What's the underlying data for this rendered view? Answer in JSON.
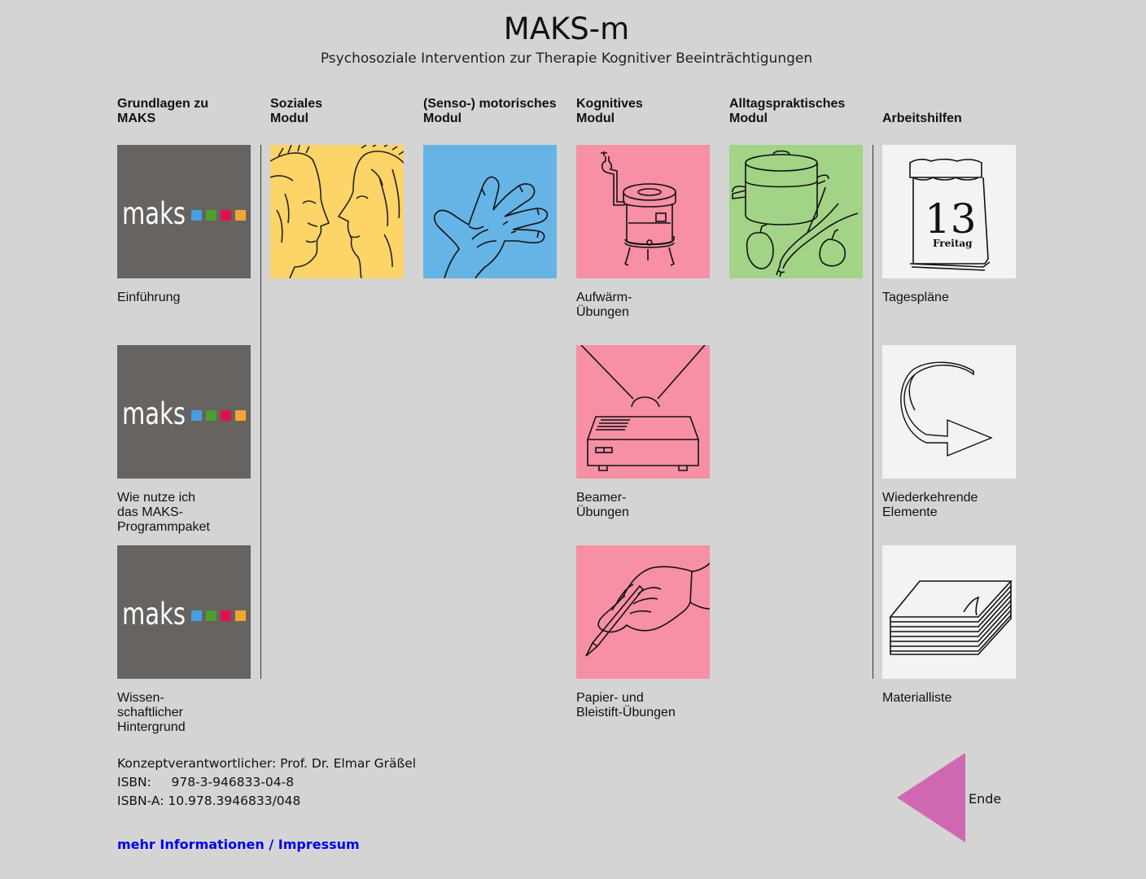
{
  "header": {
    "title": "MAKS-m",
    "subtitle": "Psychosoziale Intervention zur Therapie Kognitiver Beeinträchtigungen"
  },
  "columns": [
    {
      "heading": "Grundlagen zu\nMAKS"
    },
    {
      "heading": "Soziales\nModul"
    },
    {
      "heading": "(Senso-) motorisches\nModul"
    },
    {
      "heading": "Kognitives\nModul"
    },
    {
      "heading": "Alltagspraktisches\nModul"
    },
    {
      "heading": "Arbeitshilfen"
    }
  ],
  "logo_text": "maks",
  "logo_colors": [
    "#4a9ee0",
    "#4c9e2f",
    "#e0104f",
    "#f4a533"
  ],
  "grundlagen": [
    {
      "label": "Einführung",
      "icon": "maks-logo-icon"
    },
    {
      "label": "Wie nutze ich\ndas MAKS-\nProgrammpaket",
      "icon": "maks-logo-icon"
    },
    {
      "label": "Wissen-\nschaftlicher\nHintergrund",
      "icon": "maks-logo-icon"
    }
  ],
  "sozial": {
    "icon": "two-faces-icon",
    "color": "#fcd468"
  },
  "motorisch": {
    "icon": "hand-icon",
    "color": "#66b4e6"
  },
  "kognitiv": [
    {
      "label": "Aufwärm-\nÜbungen",
      "icon": "stove-icon"
    },
    {
      "label": "Beamer-\nÜbungen",
      "icon": "projector-icon"
    },
    {
      "label": "Papier- und\nBleistift-Übungen",
      "icon": "hand-pencil-icon"
    }
  ],
  "alltag": {
    "icon": "cooking-pot-icon",
    "color": "#a2d386"
  },
  "arbeitshilfen": [
    {
      "label": "Tagespläne",
      "icon": "calendar-icon",
      "day": "13",
      "weekday": "Freitag"
    },
    {
      "label": "Wiederkehrende\nElemente",
      "icon": "return-arrow-icon"
    },
    {
      "label": "Materialliste",
      "icon": "paper-stack-icon"
    }
  ],
  "footer": {
    "konzept": "Konzeptverantwortlicher: Prof. Dr. Elmar Gräßel",
    "isbn": "ISBN:     978-3-946833-04-8",
    "isbn_a": "ISBN-A: 10.978.3946833/048",
    "more_link": "mehr Informationen / Impressum",
    "ende_label": "Ende",
    "ende_color": "#cf68b0"
  }
}
